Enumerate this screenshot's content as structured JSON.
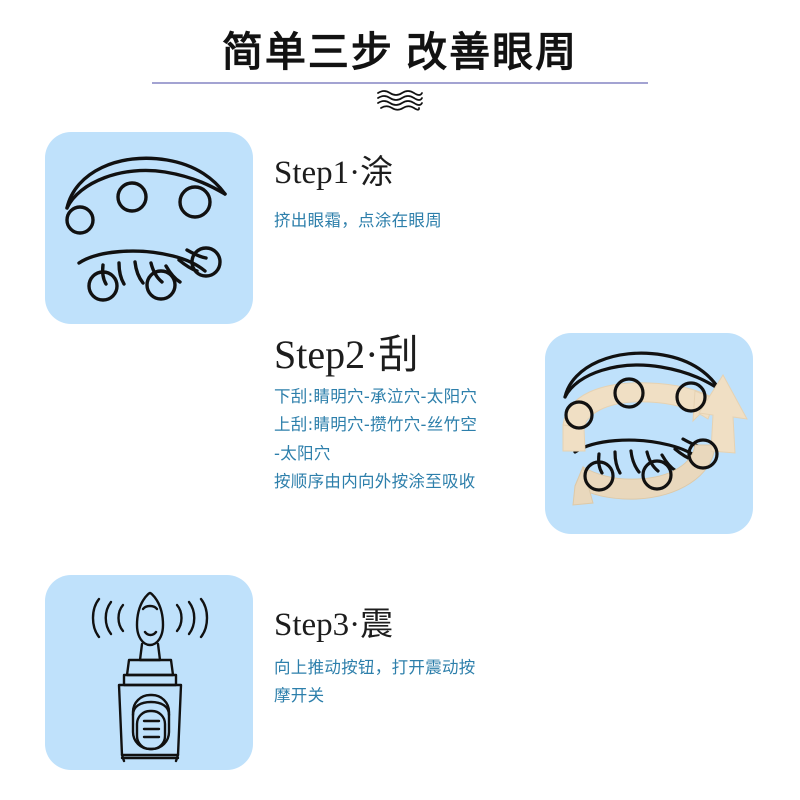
{
  "header": {
    "title": "简单三步 改善眼周",
    "rule_color": "#a3a3d2",
    "wave_icon": "wave-divider-icon"
  },
  "theme": {
    "icon_bg": "#bfe1fb",
    "desc_text": "#2d7fab",
    "heading_text": "#1d1d1d",
    "arrow_beige": "#f0dfc4",
    "line_art": "#111111"
  },
  "steps": [
    {
      "id": "step1",
      "heading_latin": "Step1",
      "heading_sep": "·",
      "heading_cn": "涂",
      "icon_name": "eye-with-cream-dots-icon",
      "desc_lines": [
        "挤出眼霜，点涂在眼周"
      ]
    },
    {
      "id": "step2",
      "heading_latin": "Step2",
      "heading_sep": "·",
      "heading_cn": "刮",
      "icon_name": "eye-with-circular-arrow-icon",
      "desc_lines": [
        "下刮:睛明穴-承泣穴-太阳穴",
        "上刮:睛明穴-攒竹穴-丝竹空",
        "-太阳穴",
        "按顺序由内向外按涂至吸收"
      ]
    },
    {
      "id": "step3",
      "heading_latin": "Step3",
      "heading_sep": "·",
      "heading_cn": "震",
      "icon_name": "vibrating-applicator-tube-icon",
      "desc_lines": [
        "向上推动按钮，打开震动按",
        "摩开关"
      ]
    }
  ]
}
